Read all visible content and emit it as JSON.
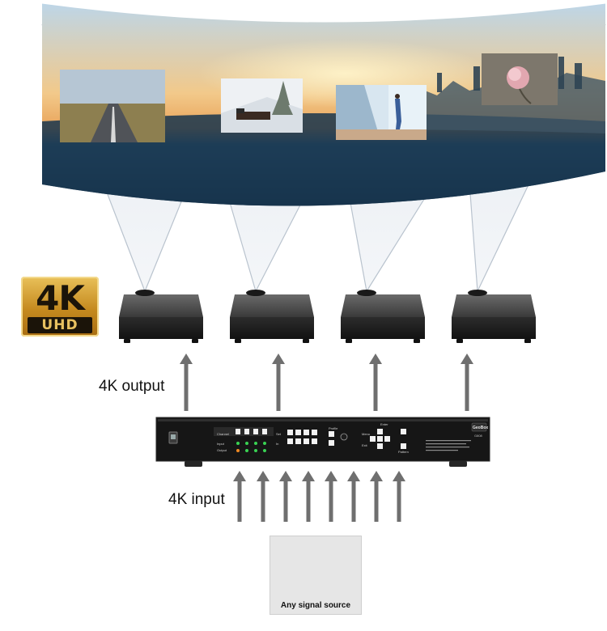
{
  "badge": {
    "resolution": "4K",
    "standard": "UHD"
  },
  "labels": {
    "output": "4K output",
    "input": "4K input"
  },
  "device": {
    "brand": "GeoBox",
    "model": "G808",
    "row_labels": [
      "Channel",
      "Input",
      "Output"
    ],
    "side_labels": [
      "Set",
      "In"
    ],
    "group_labels": [
      "Profile",
      "Menu",
      "Enter",
      "Exit",
      "Pattern"
    ]
  },
  "source": {
    "caption": "Any signal source"
  },
  "counts": {
    "projectors": 4,
    "input_arrows": 8
  },
  "colors": {
    "arrow": "#6f6f6f",
    "beam": "#cfd6df",
    "led_green": "#39d353",
    "led_orange": "#f08a24"
  }
}
